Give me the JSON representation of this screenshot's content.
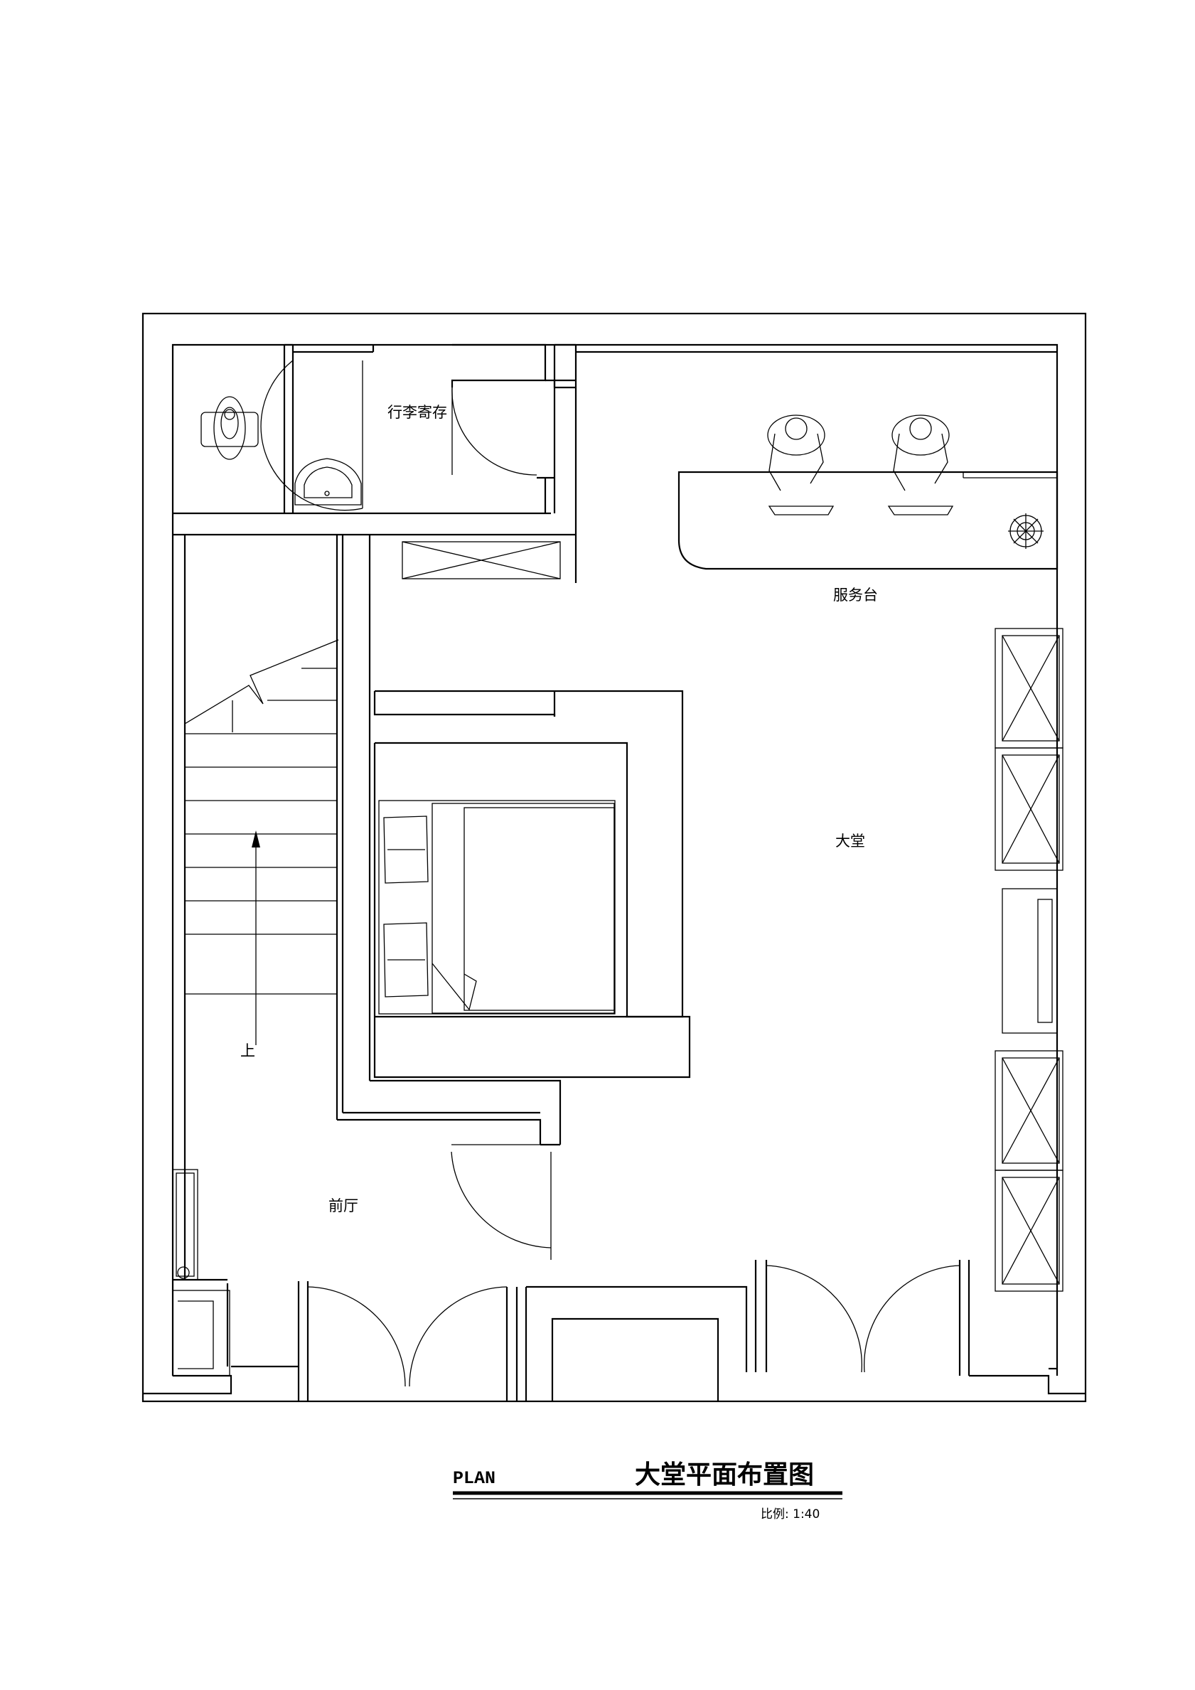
{
  "rooms": {
    "luggage": "行李寄存",
    "service_desk": "服务台",
    "lobby": "大堂",
    "foyer": "前厅",
    "stair_up": "上"
  },
  "title_block": {
    "plan_label": "PLAN",
    "title": "大堂平面布置图",
    "scale": "比例: 1:40"
  }
}
